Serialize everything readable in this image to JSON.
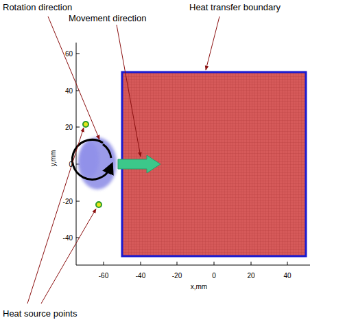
{
  "diagram": {
    "labels": [
      "Rotation direction",
      "Movement direction",
      "Heat transfer boundary",
      "Heat source points",
      "60",
      "40",
      "20",
      "0",
      "-20",
      "-40",
      "-60",
      "-40",
      "-20",
      "0",
      "20",
      "40",
      "y,mm",
      "x,mm"
    ]
  }
}
